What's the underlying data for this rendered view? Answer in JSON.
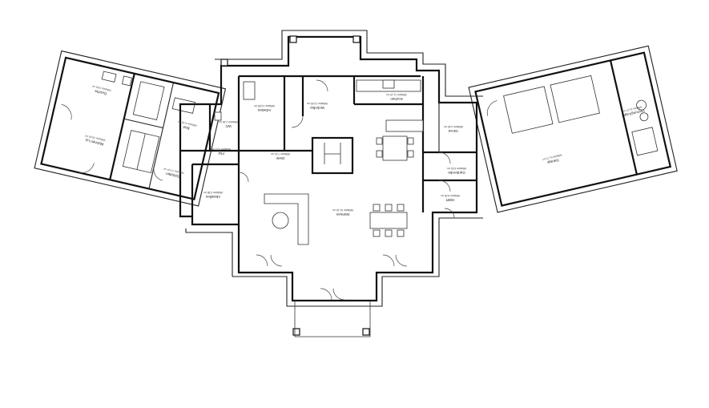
{
  "rooms": [
    {
      "key": "wohnen_lg",
      "name": "Wohnen Lg.",
      "area": "Wfläche 20,43 m²"
    },
    {
      "key": "dusche",
      "name": "Dusche",
      "area": "Wfläche 4,65 m²"
    },
    {
      "key": "schlafen",
      "name": "Schlafen",
      "area": "Wfläche 17,07 m²"
    },
    {
      "key": "bad",
      "name": "Bad",
      "area": "Wfläche 6,26 m²"
    },
    {
      "key": "wc",
      "name": "WC",
      "area": "Wfläche 2,30 m²"
    },
    {
      "key": "flur1",
      "name": "Flur",
      "area": "Wfläche 9,21 m²"
    },
    {
      "key": "arbeiten",
      "name": "Arbeiten",
      "area": "Wfläche 10,89 m²"
    },
    {
      "key": "abstellen",
      "name": "Abstellen",
      "area": "Wfläche 5,98 m²"
    },
    {
      "key": "diele",
      "name": "Diele",
      "area": "Wfläche 7,61 m²"
    },
    {
      "key": "wohnflur",
      "name": "Wohnflur",
      "area": "Wfläche 10,55 m²"
    },
    {
      "key": "kochen",
      "name": "Kochen",
      "area": "Wfläche 11,15 m²"
    },
    {
      "key": "wohnen",
      "name": "Wohnen",
      "area": "Wfläche 51,16 m²"
    },
    {
      "key": "vorrat",
      "name": "Vorrat",
      "area": "Wfläche 4,40 m²"
    },
    {
      "key": "garderobe",
      "name": "Garderobe",
      "area": "Wfläche 5,81 m²"
    },
    {
      "key": "hwr",
      "name": "HWR",
      "area": "Wfläche 8,05 m²"
    },
    {
      "key": "garage",
      "name": "Garage",
      "area": "Nfläche 51,73 m²"
    },
    {
      "key": "heizung",
      "name": "Heizung/Lager",
      "area": "Nfläche 12,27 m²"
    }
  ]
}
